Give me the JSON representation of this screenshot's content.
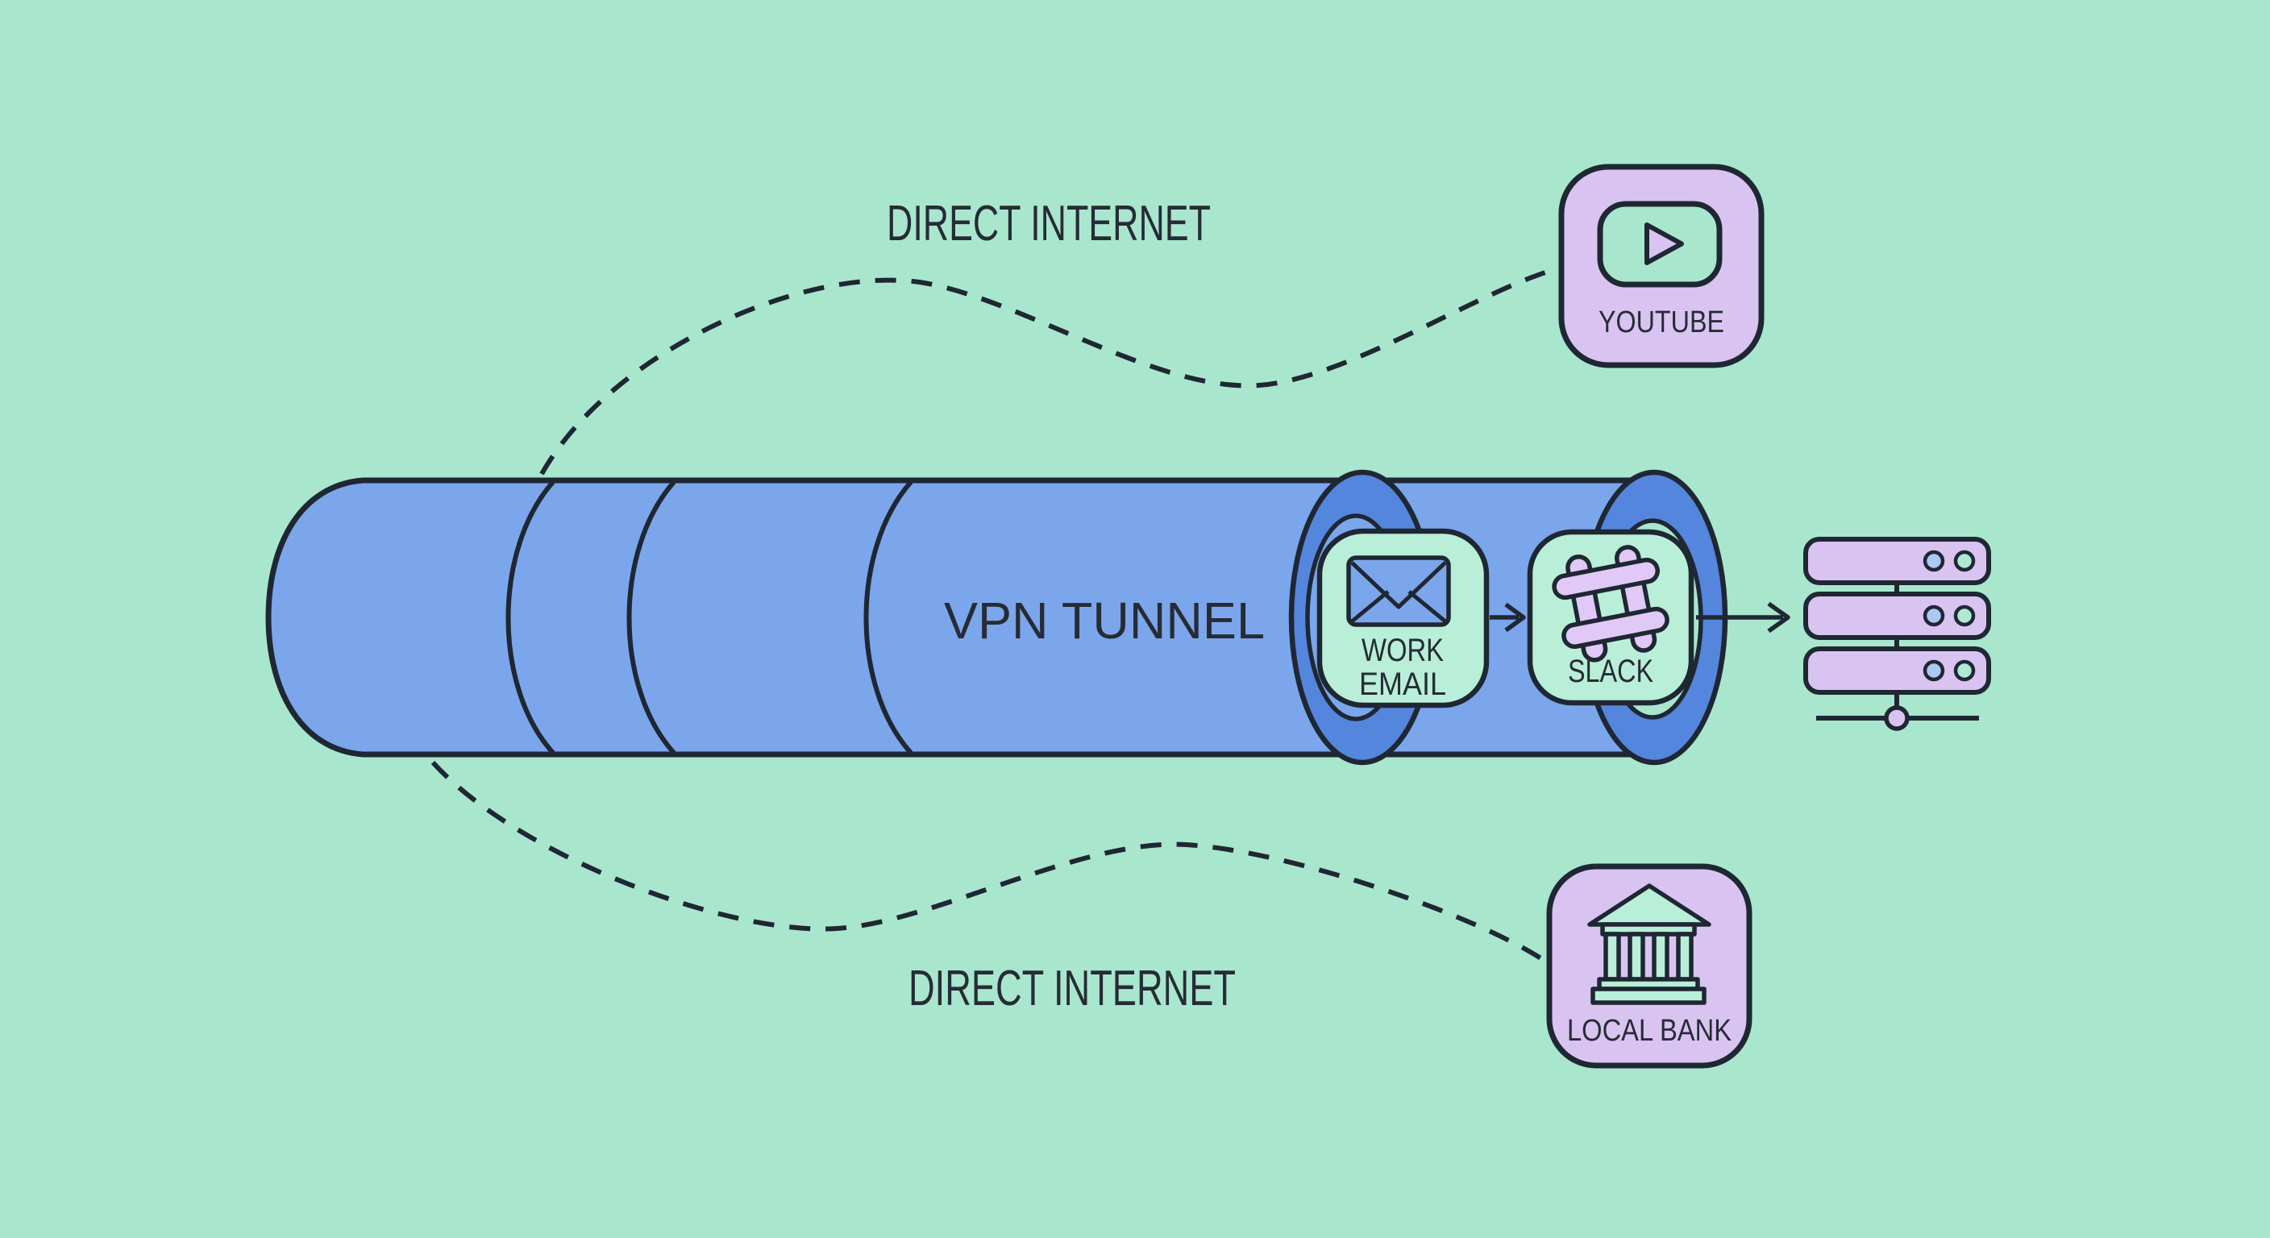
{
  "diagram_type": "vpn-split-tunnel-illustration",
  "palette": {
    "background": "#a9e6ce",
    "tunnel_blue": "#7ba6ec",
    "ring_blue": "#5586dd",
    "panel_mint": "#b9efd8",
    "lavender": "#d9c4f1",
    "hashtag_lavender": "#e0c9f6",
    "outline": "#1f2733",
    "text": "#262c35"
  },
  "tunnel": {
    "label": "VPN TUNNEL",
    "apps": [
      {
        "name": "work-email",
        "line1": "WORK",
        "line2": "EMAIL",
        "icon": "envelope-icon"
      },
      {
        "name": "slack",
        "label": "SLACK",
        "icon": "hashtag-icon"
      }
    ],
    "destination": {
      "name": "server",
      "icon": "server-icon"
    }
  },
  "direct_routes": [
    {
      "label": "DIRECT INTERNET",
      "destination": "YOUTUBE",
      "icon": "play-icon",
      "position": "top"
    },
    {
      "label": "DIRECT INTERNET",
      "destination": "LOCAL BANK",
      "icon": "bank-icon",
      "position": "bottom"
    }
  ]
}
